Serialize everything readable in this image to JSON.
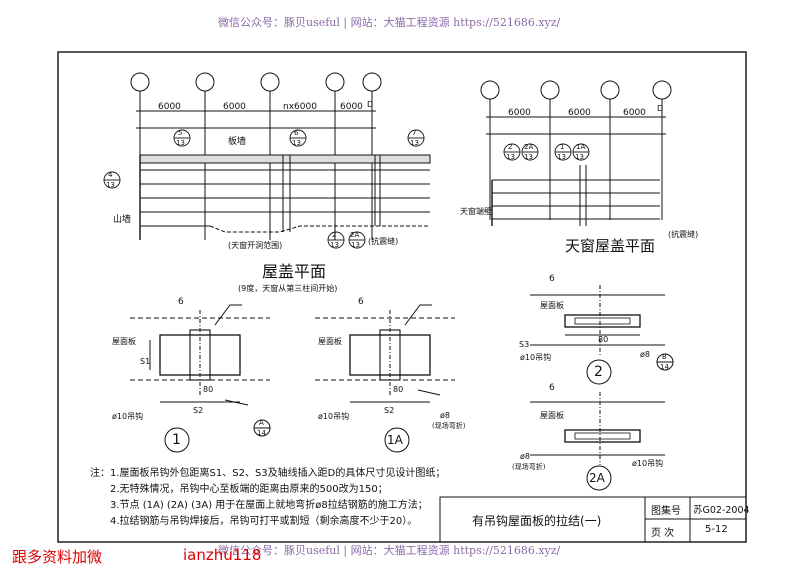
{
  "watermark_top": "微信公众号：豚贝useful | 网站：大猫工程资源 https://521686.xyz/",
  "watermark_bottom": "微信公众号：豚贝useful | 网站：大猫工程资源 https://521686.xyz/",
  "promo_left": "跟多资料加微",
  "promo_right": "ianzhu118",
  "plan1": {
    "spans": [
      "6000",
      "6000",
      "nx6000",
      "6000"
    ],
    "axis_end": "D",
    "title": "屋盖平面",
    "subtitle": "(9度，天窗从第三柱间开始)",
    "labels": {
      "banqiang": "板墙",
      "shanqiang": "山墙",
      "tianchuang": "(天窗开洞范围)",
      "zhendong": "(抗震缝)"
    },
    "callouts": [
      {
        "top": "5",
        "bottom": "13"
      },
      {
        "top": "6",
        "bottom": "13"
      },
      {
        "top": "7",
        "bottom": "13"
      },
      {
        "top": "4",
        "bottom": "13"
      },
      {
        "top": "2",
        "bottom": "13"
      },
      {
        "top": "2A",
        "bottom": "13"
      }
    ]
  },
  "plan2": {
    "spans": [
      "6000",
      "6000",
      "6000"
    ],
    "axis_end": "D",
    "title": "天窗屋盖平面",
    "labels": {
      "duanbi": "天窗端壁",
      "zhendong": "(抗震缝)"
    },
    "callouts": [
      {
        "top": "2",
        "bottom": "13"
      },
      {
        "top": "2A",
        "bottom": "13"
      },
      {
        "top": "1",
        "bottom": "13"
      },
      {
        "top": "1A",
        "bottom": "13"
      }
    ]
  },
  "details": {
    "d1": {
      "label": "1",
      "s1": "S1",
      "s2": "S2",
      "dim": "80",
      "weld": "6",
      "roof": "屋面板",
      "hook": "ø10吊钩",
      "ref": {
        "top": "A",
        "bottom": "14"
      }
    },
    "d1a": {
      "label": "1A",
      "s2": "S2",
      "dim": "80",
      "weld": "6",
      "roof": "屋面板",
      "hook": "ø10吊钩",
      "bar": "ø8",
      "site": "(现场弯折)"
    },
    "d2": {
      "label": "2",
      "s3": "S3",
      "dim": "80",
      "weld": "6",
      "roof": "屋面板",
      "hook": "ø10吊钩",
      "bar": "ø8",
      "ref": {
        "top": "B",
        "bottom": "14"
      }
    },
    "d2a": {
      "label": "2A",
      "weld": "6",
      "roof": "屋面板",
      "bar": "ø8",
      "site": "(现场弯折)",
      "hook": "ø10吊钩"
    }
  },
  "notes": {
    "heading": "注：",
    "lines": [
      "1.屋面板吊钩外包距离S1、S2、S3及轴线插入距D的具体尺寸见设计图纸；",
      "2.无特殊情况，吊钩中心至板端的距离由原来的500改为150；",
      "3.节点 (1A) (2A) (3A) 用于在屋面上就地弯折ø8拉结钢筋的施工方法；",
      "4.拉结钢筋与吊钩焊接后，吊钩可打平或割短（剩余高度不少于20）。"
    ]
  },
  "title_block": {
    "title": "有吊钩屋面板的拉结(一)",
    "atlas_label": "图集号",
    "atlas_value": "苏G02-2004",
    "page_label": "页  次",
    "page_value": "5-12"
  }
}
